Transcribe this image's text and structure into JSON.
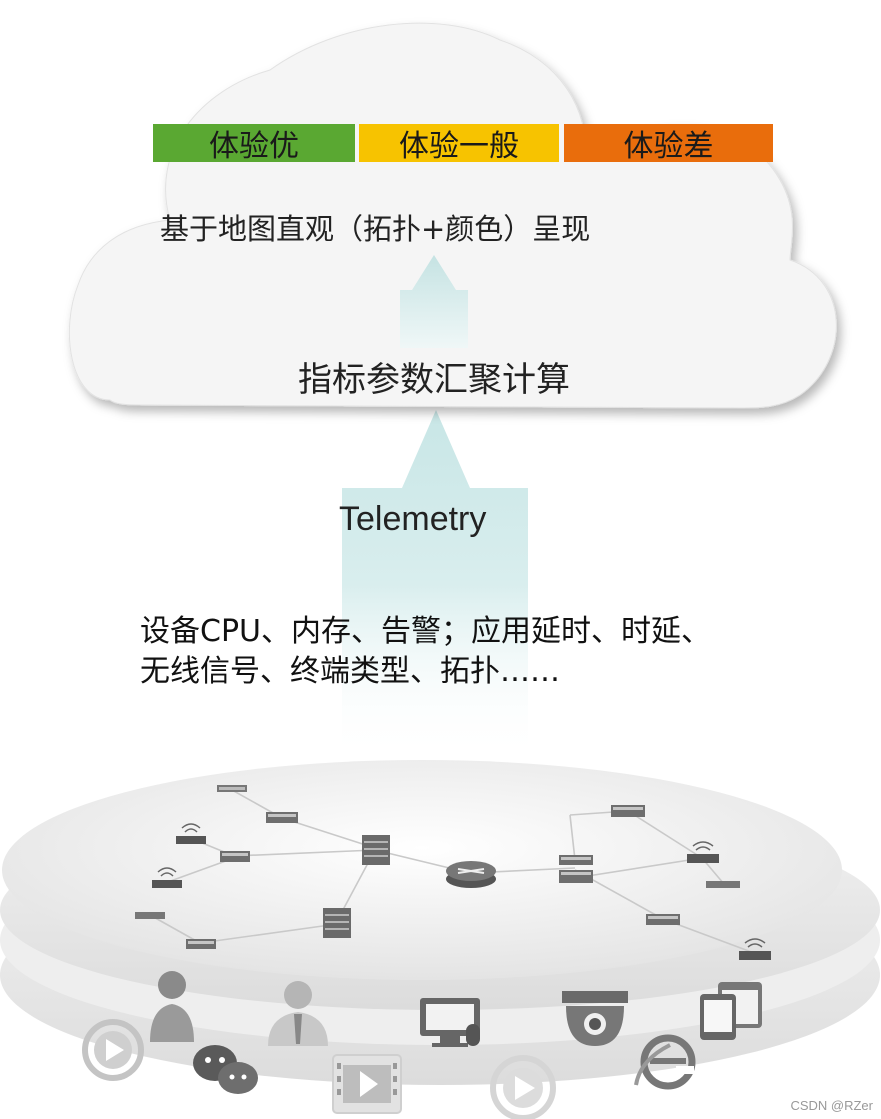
{
  "legend": {
    "good": {
      "label": "体验优",
      "color": "#5aa832"
    },
    "average": {
      "label": "体验一般",
      "color": "#f7c300"
    },
    "poor": {
      "label": "体验差",
      "color": "#e96d0c"
    }
  },
  "cloud": {
    "subtitle": "基于地图直观（拓扑+颜色）呈现",
    "calc_label": "指标参数汇聚计算"
  },
  "protocol_label": "Telemetry",
  "metrics": {
    "line1": "设备CPU、内存、告警；应用延时、时延、",
    "line2": "无线信号、终端类型、拓扑……"
  },
  "icons": {
    "network": [
      "switch-icon",
      "wireless-ap-icon",
      "router-icon",
      "server-icon"
    ],
    "endpoints": [
      "user-icon",
      "staff-icon",
      "desktop-computer-icon",
      "dome-camera-icon",
      "tablet-icon",
      "play-icon",
      "chat-icon",
      "video-icon",
      "browser-icon"
    ]
  },
  "watermark": "CSDN @RZer"
}
